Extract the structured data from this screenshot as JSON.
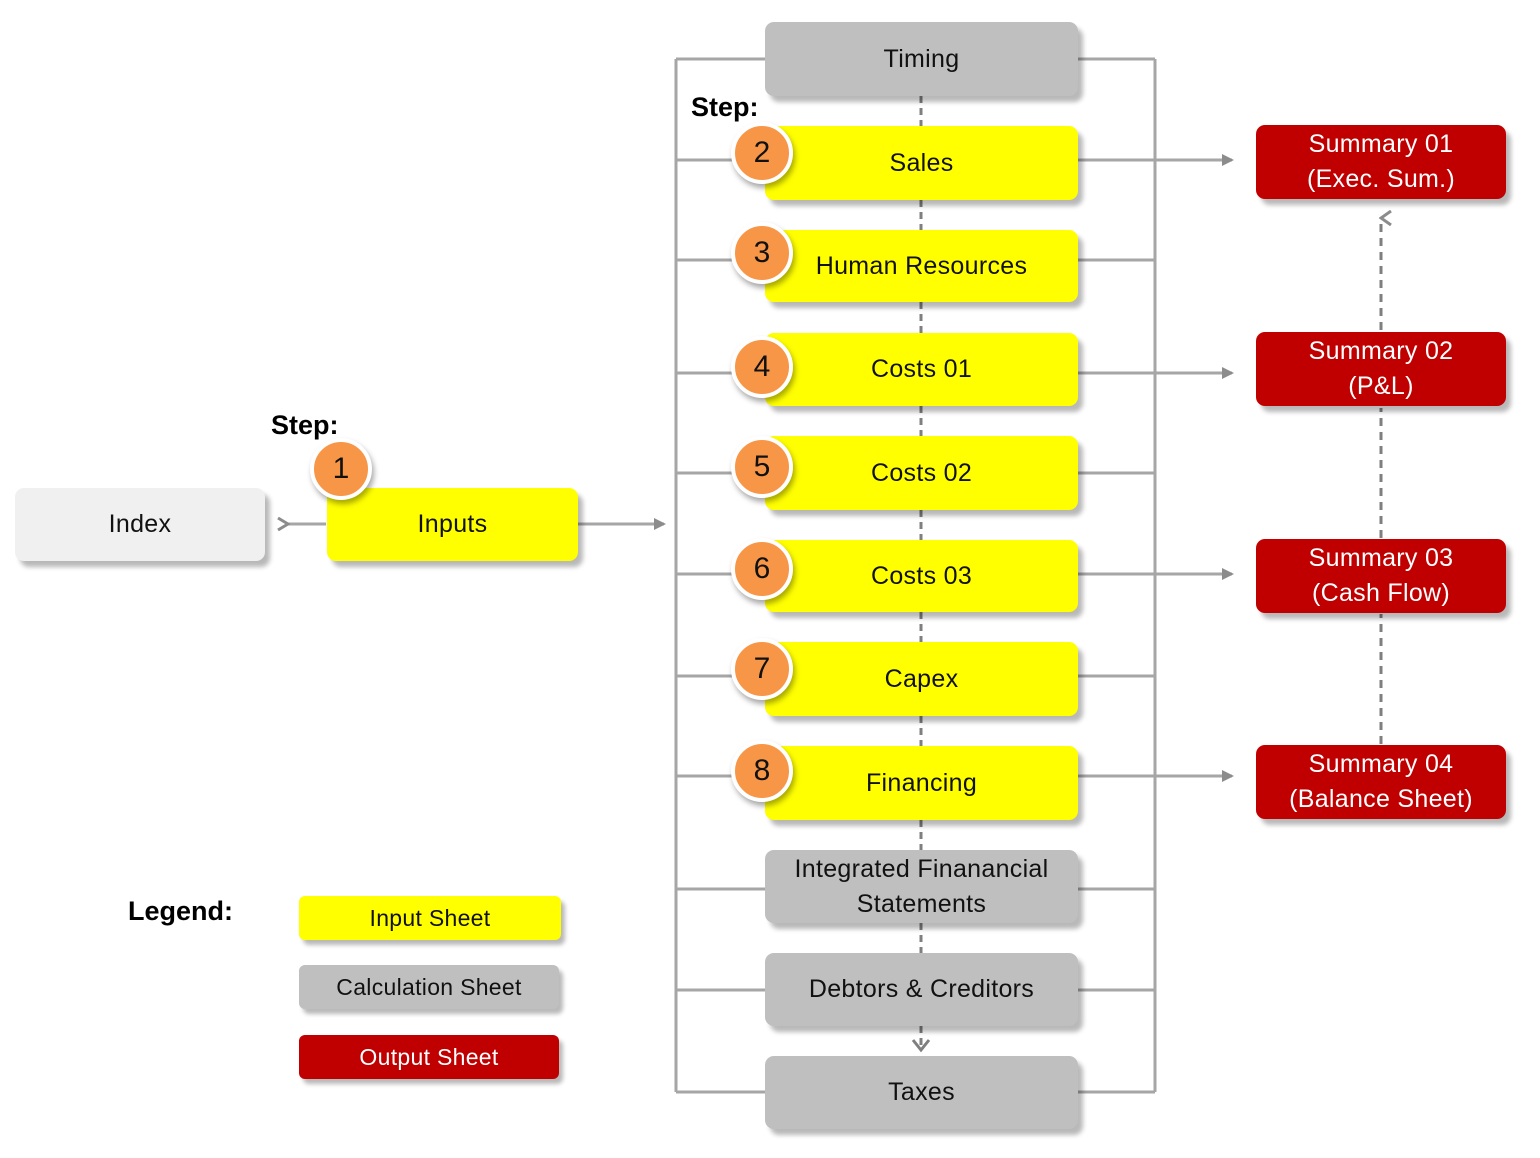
{
  "colors": {
    "input_sheet": "#ffff00",
    "calculation_sheet": "#bfbfbf",
    "output_sheet": "#c00000",
    "step_badge": "#f79646",
    "connector": "#808080"
  },
  "step_labels": {
    "left": "Step:",
    "middle": "Step:"
  },
  "index_label": "Index",
  "inputs": {
    "label": "Inputs",
    "step": "1"
  },
  "timing_label": "Timing",
  "steps": [
    {
      "num": "2",
      "label": "Sales"
    },
    {
      "num": "3",
      "label": "Human Resources"
    },
    {
      "num": "4",
      "label": "Costs 01"
    },
    {
      "num": "5",
      "label": "Costs 02"
    },
    {
      "num": "6",
      "label": "Costs 03"
    },
    {
      "num": "7",
      "label": "Capex"
    },
    {
      "num": "8",
      "label": "Financing"
    }
  ],
  "calc_sheets": {
    "integrated": "Integrated Finanancial\nStatements",
    "debtors": "Debtors & Creditors",
    "taxes": "Taxes"
  },
  "summaries": [
    {
      "label": "Summary 01\n(Exec. Sum.)"
    },
    {
      "label": "Summary 02\n(P&L)"
    },
    {
      "label": "Summary 03\n(Cash Flow)"
    },
    {
      "label": "Summary 04\n(Balance Sheet)"
    }
  ],
  "legend": {
    "title": "Legend:",
    "input": "Input Sheet",
    "calculation": "Calculation Sheet",
    "output": "Output Sheet"
  }
}
